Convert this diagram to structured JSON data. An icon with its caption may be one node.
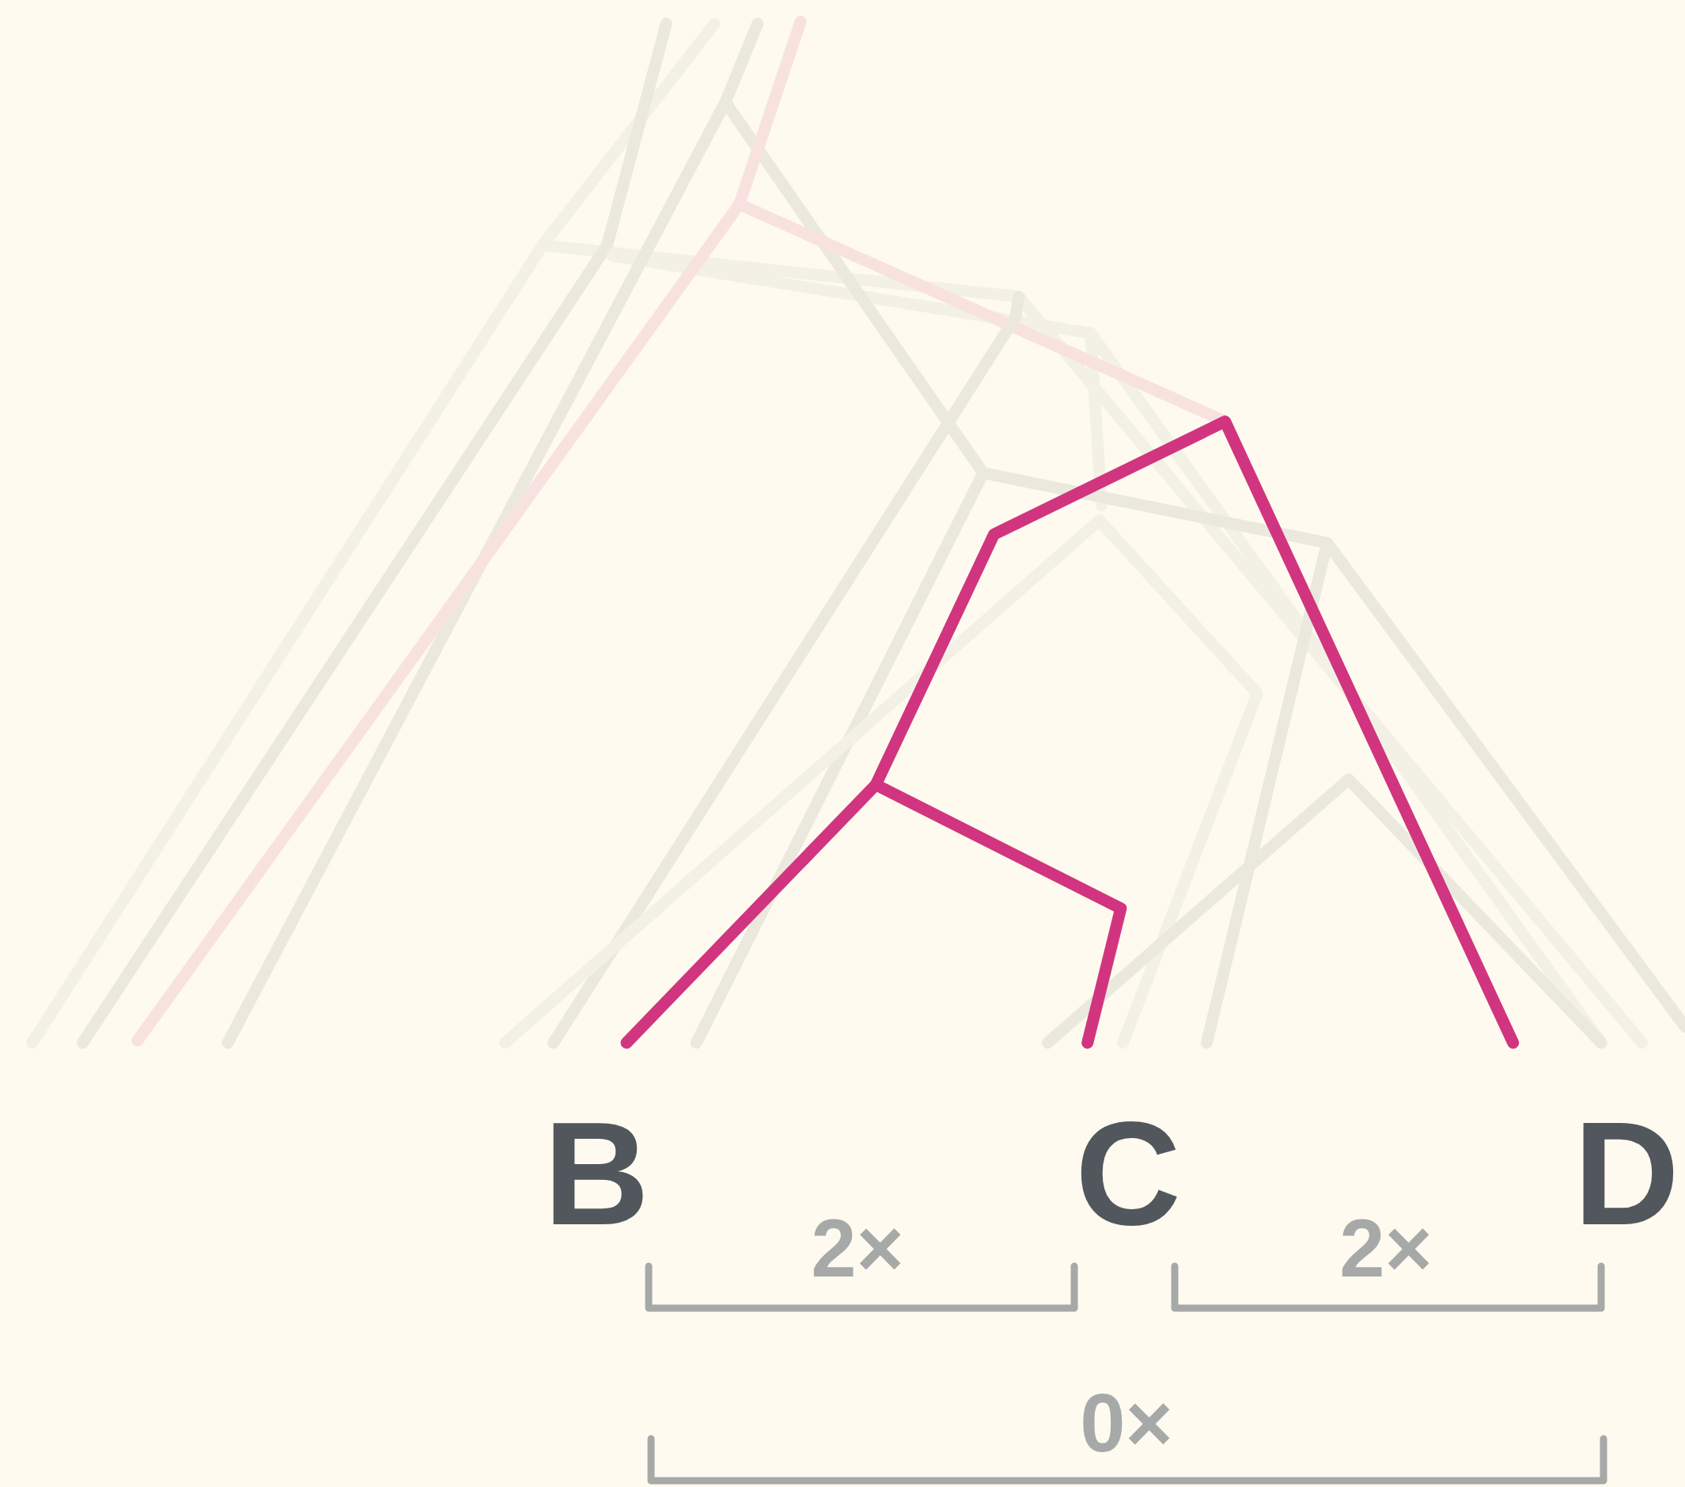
{
  "diagram": {
    "labels": [
      "B",
      "C",
      "D",
      "2×",
      "2×",
      "0×"
    ]
  }
}
